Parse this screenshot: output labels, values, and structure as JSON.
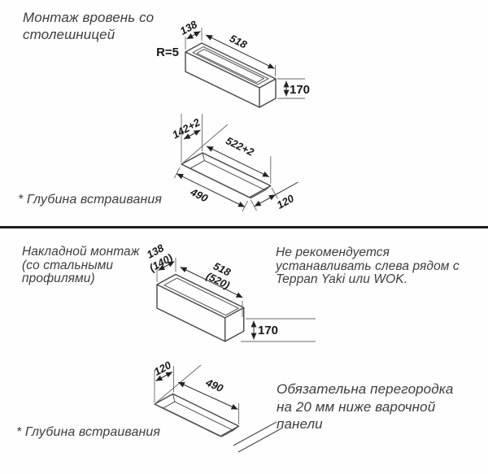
{
  "section1": {
    "title": "Монтаж вровень со\nстолешницей",
    "footnote": "* Глубина встраивания",
    "box": {
      "width": "138",
      "length": "518",
      "corner_radius": "R=5",
      "height": "170"
    },
    "cutout": {
      "width": "142+2",
      "length": "522+2",
      "outer_length": "490",
      "outer_width": "120"
    }
  },
  "section2": {
    "title": "Накладной монтаж\n(со стальными\nпрофилями)",
    "warning": "Не рекомендуется\nустанавливать слева рядом с\nTeppan Yaki или WOK.",
    "box": {
      "width": "138",
      "width_alt": "(140)",
      "length": "518",
      "length_alt": "(520)",
      "height": "170"
    },
    "cutout": {
      "width": "120",
      "length": "490"
    },
    "partition_note": "Обязательна перегородка\nна 20 мм ниже варочной\nпанели",
    "footnote": "* Глубина встраивания"
  },
  "colors": {
    "line": "#474747",
    "text": "#3d3d3d",
    "dimension_text": "#181818",
    "divider": "#1d1d1d",
    "background": "#fefefe"
  }
}
